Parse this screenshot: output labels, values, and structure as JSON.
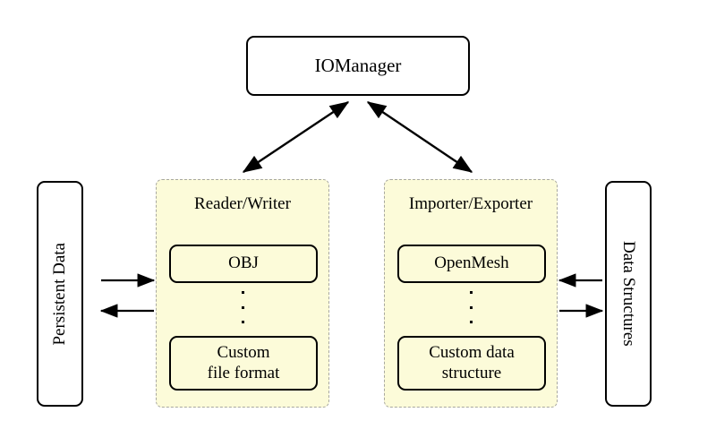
{
  "diagram": {
    "title_node": {
      "label": "IOManager"
    },
    "left_endpoint": {
      "label": "Persistent Data"
    },
    "right_endpoint": {
      "label": "Data Structures"
    },
    "groups": [
      {
        "id": "reader-writer",
        "title": "Reader/Writer",
        "top_item": "OBJ",
        "ellipsis": "⋮",
        "bottom_item_line1": "Custom",
        "bottom_item_line2": "file format"
      },
      {
        "id": "importer-exporter",
        "title": "Importer/Exporter",
        "top_item": "OpenMesh",
        "ellipsis": "⋮",
        "bottom_item_line1": "Custom data",
        "bottom_item_line2": "structure"
      }
    ],
    "connections": [
      {
        "name": "iomanager-to-reader-writer",
        "kind": "bidirectional-diagonal",
        "from": "IOManager",
        "to": "Reader/Writer"
      },
      {
        "name": "iomanager-to-importer-exporter",
        "kind": "bidirectional-diagonal",
        "from": "IOManager",
        "to": "Importer/Exporter"
      },
      {
        "name": "persistent-data-to-reader-writer",
        "kind": "arrow-right",
        "from": "Persistent Data",
        "to": "Reader/Writer"
      },
      {
        "name": "reader-writer-to-persistent-data",
        "kind": "arrow-left",
        "from": "Reader/Writer",
        "to": "Persistent Data"
      },
      {
        "name": "data-structures-to-importer-exporter",
        "kind": "arrow-left",
        "from": "Data Structures",
        "to": "Importer/Exporter"
      },
      {
        "name": "importer-exporter-to-data-structures",
        "kind": "arrow-right",
        "from": "Importer/Exporter",
        "to": "Data Structures"
      }
    ],
    "colors": {
      "group_fill": "#fcfbd9",
      "group_border": "#a8a8a0",
      "node_border": "#000000",
      "node_fill": "#ffffff",
      "background": "#ffffff"
    }
  }
}
